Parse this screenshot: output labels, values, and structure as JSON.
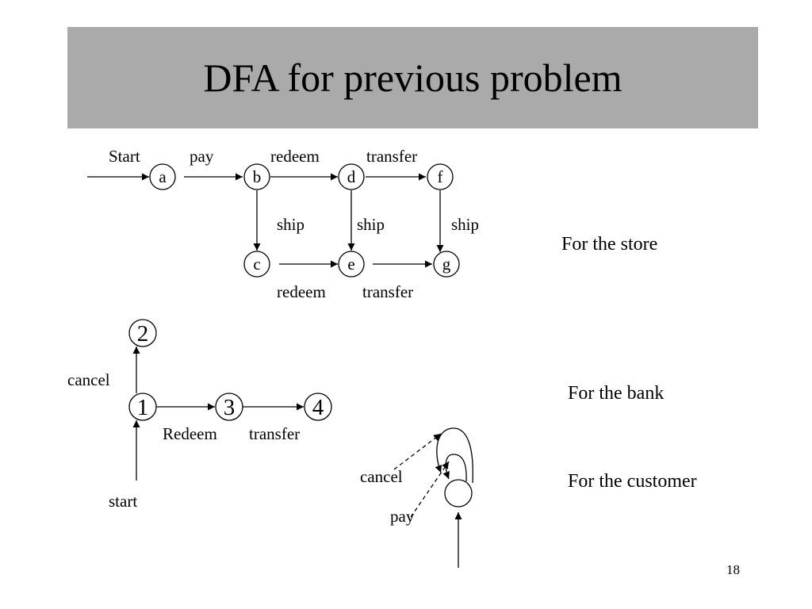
{
  "title": "DFA for previous problem",
  "page_number": "18",
  "store": {
    "caption": "For the store",
    "start_label": "Start",
    "nodes": {
      "a": "a",
      "b": "b",
      "c": "c",
      "d": "d",
      "e": "e",
      "f": "f",
      "g": "g"
    },
    "edges": [
      {
        "from": "a",
        "to": "b",
        "label": "pay"
      },
      {
        "from": "b",
        "to": "d",
        "label": "redeem"
      },
      {
        "from": "d",
        "to": "f",
        "label": "transfer"
      },
      {
        "from": "b",
        "to": "c",
        "label": "ship"
      },
      {
        "from": "d",
        "to": "e",
        "label": "ship"
      },
      {
        "from": "f",
        "to": "g",
        "label": "ship"
      },
      {
        "from": "c",
        "to": "e",
        "label": "redeem"
      },
      {
        "from": "e",
        "to": "g",
        "label": "transfer"
      }
    ]
  },
  "bank": {
    "caption": "For the bank",
    "start_label": "start",
    "nodes": {
      "n1": "1",
      "n2": "2",
      "n3": "3",
      "n4": "4"
    },
    "edges": [
      {
        "from": "1",
        "to": "2",
        "label": "cancel"
      },
      {
        "from": "1",
        "to": "3",
        "label": "Redeem"
      },
      {
        "from": "3",
        "to": "4",
        "label": "transfer"
      }
    ]
  },
  "customer": {
    "caption": "For the customer",
    "self_loops": [
      {
        "label": "cancel"
      },
      {
        "label": "pay"
      }
    ]
  }
}
